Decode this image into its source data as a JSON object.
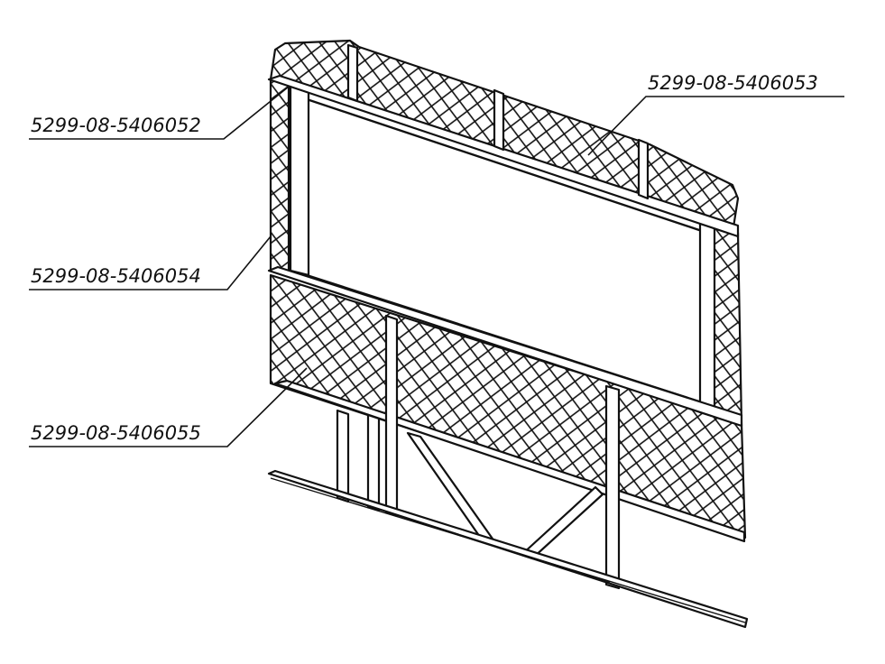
{
  "labels": {
    "top_right": "5299-08-5406053",
    "upper_left": "5299-08-5406052",
    "middle_left": "5299-08-5406054",
    "lower_left": "5299-08-5406055"
  },
  "colors": {
    "line": "#111111",
    "background": "#ffffff"
  }
}
